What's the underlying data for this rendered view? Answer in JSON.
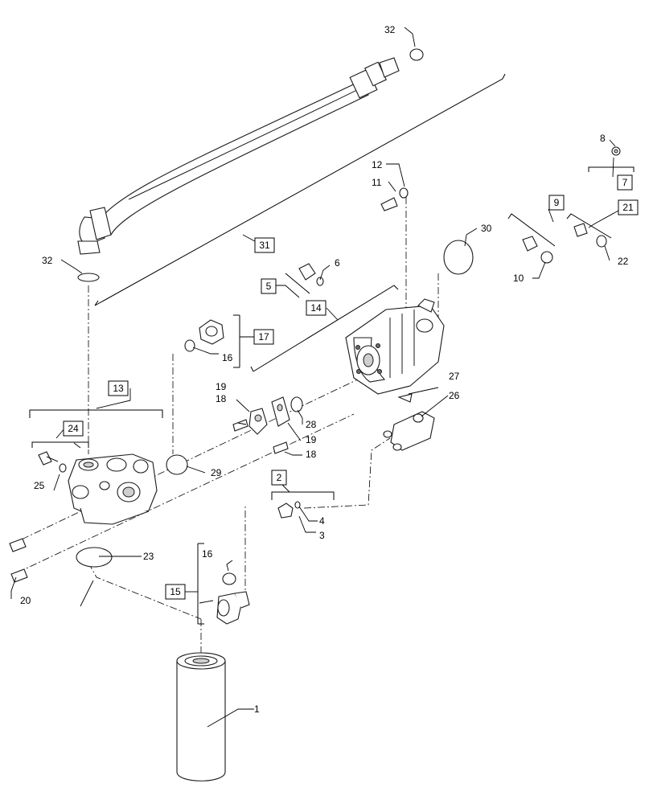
{
  "callouts": {
    "c1": "1",
    "c2": "2",
    "c3": "3",
    "c4": "4",
    "c5": "5",
    "c6": "6",
    "c7": "7",
    "c8": "8",
    "c9": "9",
    "c10": "10",
    "c11": "11",
    "c12": "12",
    "c13": "13",
    "c14": "14",
    "c15": "15",
    "c16a": "16",
    "c16b": "16",
    "c17": "17",
    "c18a": "18",
    "c18b": "18",
    "c19a": "19",
    "c19b": "19",
    "c20": "20",
    "c21": "21",
    "c22": "22",
    "c23": "23",
    "c24": "24",
    "c25": "25",
    "c26": "26",
    "c27": "27",
    "c28": "28",
    "c29": "29",
    "c30": "30",
    "c31": "31",
    "c32a": "32",
    "c32b": "32"
  }
}
